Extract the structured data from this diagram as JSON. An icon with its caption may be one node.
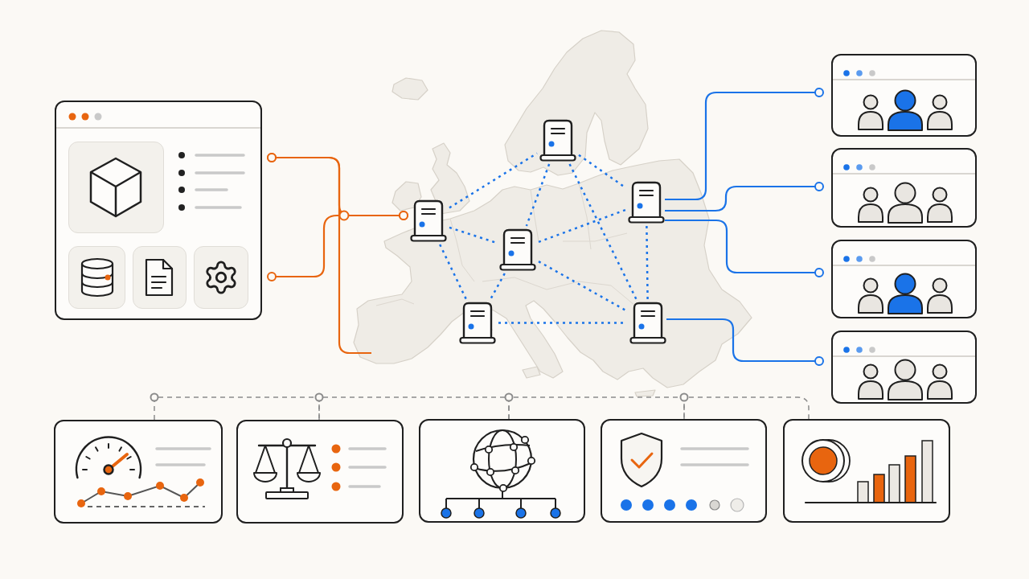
{
  "diagram": {
    "nodes": [
      {
        "text": [],
        "shape": "box"
      },
      {
        "text": [],
        "shape": "server"
      },
      {
        "text": [],
        "shape": "server"
      },
      {
        "text": [],
        "shape": "server"
      },
      {
        "text": [],
        "shape": "server"
      },
      {
        "text": [],
        "shape": "server"
      },
      {
        "text": [],
        "shape": "server"
      },
      {
        "text": [],
        "shape": "box"
      },
      {
        "text": [],
        "shape": "box"
      },
      {
        "text": [],
        "shape": "box"
      },
      {
        "text": [],
        "shape": "box"
      },
      {
        "text": [],
        "shape": "box"
      },
      {
        "text": [],
        "shape": "box"
      },
      {
        "text": [],
        "shape": "box"
      },
      {
        "text": [],
        "shape": "box"
      },
      {
        "text": [],
        "shape": "box"
      }
    ],
    "edges": [
      {
        "from": 0,
        "to": 1,
        "arrow": "other",
        "color": "#e8650f"
      },
      {
        "from": 0,
        "to": 1,
        "arrow": "other",
        "color": "#e8650f"
      },
      {
        "from": 0,
        "to": null,
        "arrow": "other",
        "color": "#e8650f"
      },
      {
        "from": 1,
        "to": 2,
        "arrow": "none",
        "style": "dashed"
      },
      {
        "from": 1,
        "to": 3,
        "arrow": "none",
        "style": "dashed"
      },
      {
        "from": 1,
        "to": 5,
        "arrow": "none",
        "style": "dashed"
      },
      {
        "from": 2,
        "to": 3,
        "arrow": "none",
        "style": "dashed"
      },
      {
        "from": 2,
        "to": 4,
        "arrow": "none",
        "style": "dashed"
      },
      {
        "from": 2,
        "to": 6,
        "arrow": "none",
        "style": "dashed"
      },
      {
        "from": 3,
        "to": 4,
        "arrow": "none",
        "style": "dashed"
      },
      {
        "from": 3,
        "to": 6,
        "arrow": "none",
        "style": "dashed"
      },
      {
        "from": 3,
        "to": 5,
        "arrow": "none",
        "style": "dashed"
      },
      {
        "from": 5,
        "to": 6,
        "arrow": "none",
        "style": "dashed"
      },
      {
        "from": 4,
        "to": 6,
        "arrow": "none",
        "style": "dashed"
      },
      {
        "from": 4,
        "to": 7,
        "arrow": "other"
      },
      {
        "from": 4,
        "to": 8,
        "arrow": "other"
      },
      {
        "from": 4,
        "to": 9,
        "arrow": "other"
      },
      {
        "from": 6,
        "to": 10,
        "arrow": "other"
      },
      {
        "from": 11,
        "to": 12,
        "arrow": "none",
        "style": "dashed",
        "color": "#8c8c8c"
      },
      {
        "from": 12,
        "to": 13,
        "arrow": "none",
        "style": "dashed",
        "color": "#8c8c8c"
      },
      {
        "from": 13,
        "to": 14,
        "arrow": "none",
        "style": "dashed",
        "color": "#8c8c8c"
      },
      {
        "from": 14,
        "to": 15,
        "arrow": "none",
        "style": "dashed",
        "color": "#8c8c8c"
      }
    ]
  }
}
